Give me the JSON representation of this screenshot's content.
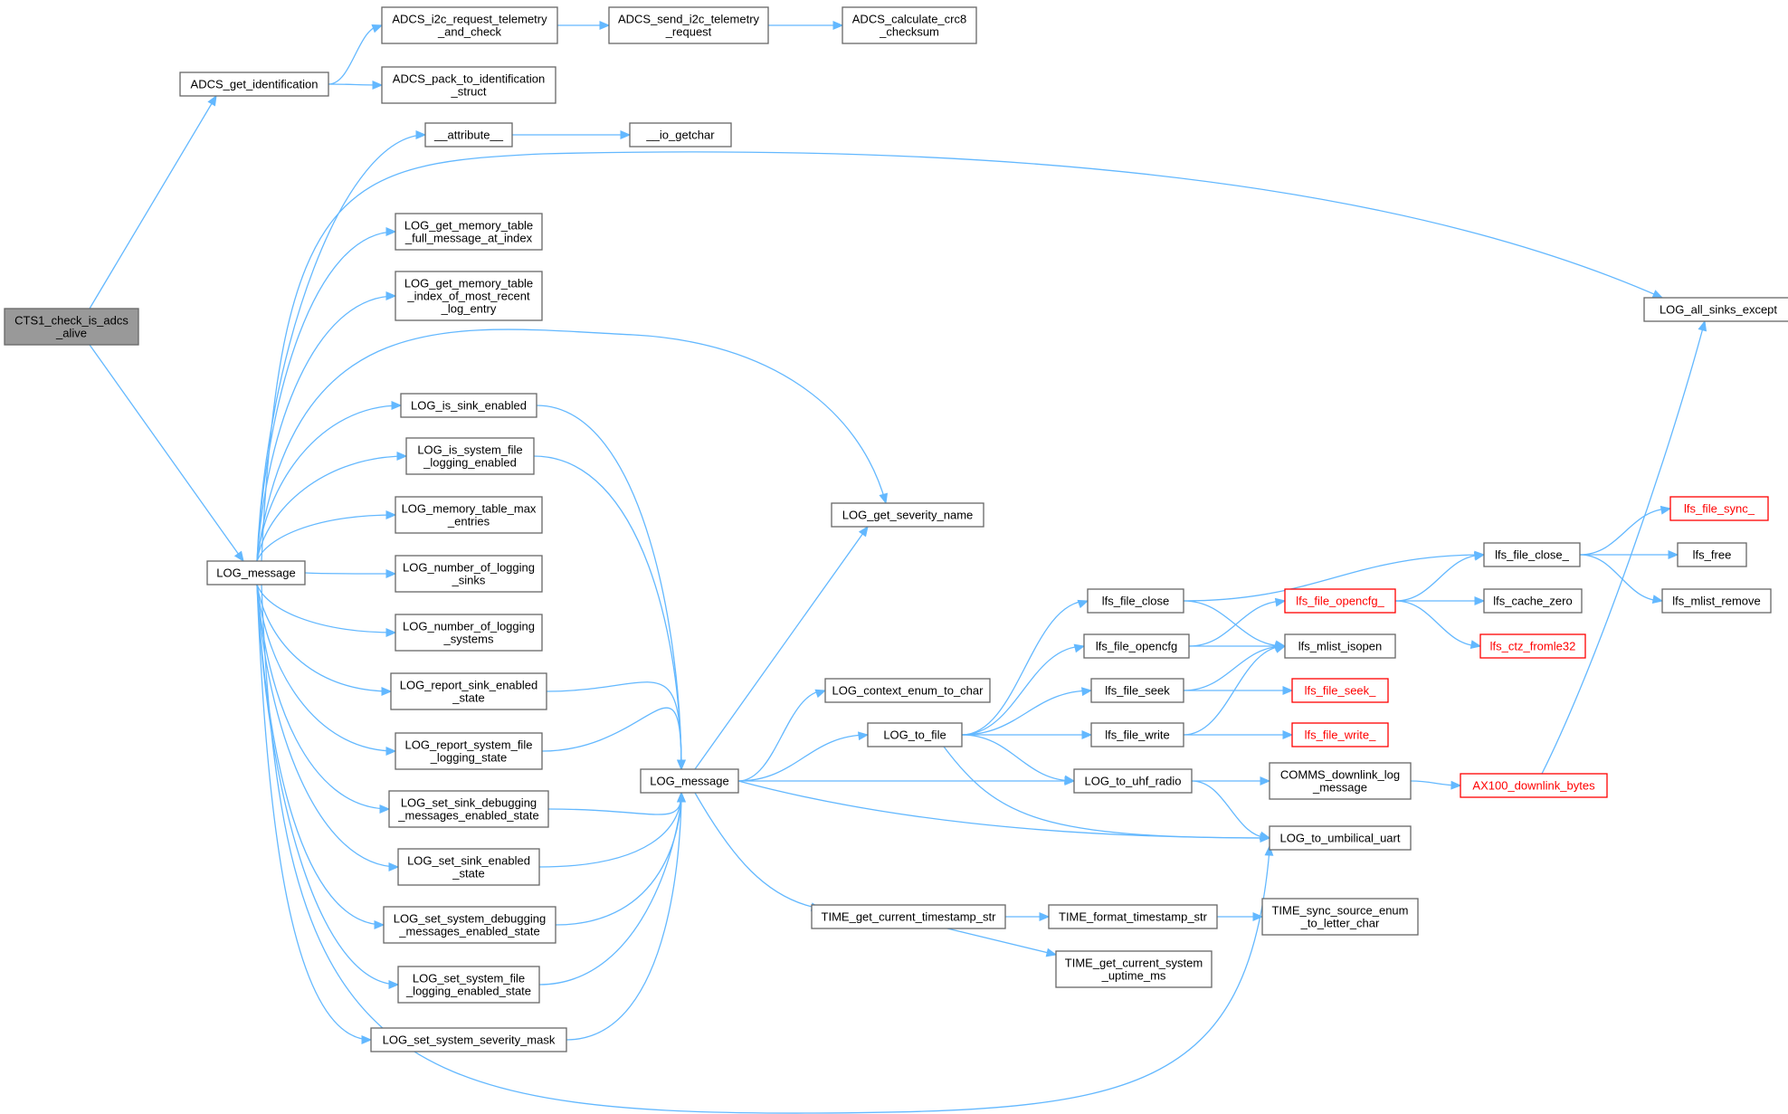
{
  "colors": {
    "edge": "#63b8ff",
    "root_fill": "#999999",
    "border": "#666666",
    "truncated_border": "#ff0000"
  },
  "nodes": [
    {
      "id": "root",
      "lines": [
        "CTS1_check_is_adcs",
        "_alive"
      ],
      "kind": "root"
    },
    {
      "id": "adcs_get_identification",
      "lines": [
        "ADCS_get_identification"
      ]
    },
    {
      "id": "adcs_i2c_request",
      "lines": [
        "ADCS_i2c_request_telemetry",
        "_and_check"
      ]
    },
    {
      "id": "adcs_send_i2c",
      "lines": [
        "ADCS_send_i2c_telemetry",
        "_request"
      ]
    },
    {
      "id": "adcs_crc8",
      "lines": [
        "ADCS_calculate_crc8",
        "_checksum"
      ]
    },
    {
      "id": "adcs_pack",
      "lines": [
        "ADCS_pack_to_identification",
        "_struct"
      ]
    },
    {
      "id": "attribute",
      "lines": [
        "__attribute__"
      ]
    },
    {
      "id": "io_getchar",
      "lines": [
        "__io_getchar"
      ]
    },
    {
      "id": "log_message_1",
      "lines": [
        "LOG_message"
      ]
    },
    {
      "id": "log_all_sinks_except",
      "lines": [
        "LOG_all_sinks_except"
      ]
    },
    {
      "id": "log_get_mem_full",
      "lines": [
        "LOG_get_memory_table",
        "_full_message_at_index"
      ]
    },
    {
      "id": "log_get_mem_index",
      "lines": [
        "LOG_get_memory_table",
        "_index_of_most_recent",
        "_log_entry"
      ]
    },
    {
      "id": "log_is_sink_enabled",
      "lines": [
        "LOG_is_sink_enabled"
      ]
    },
    {
      "id": "log_is_system_file",
      "lines": [
        "LOG_is_system_file",
        "_logging_enabled"
      ]
    },
    {
      "id": "log_get_severity_name",
      "lines": [
        "LOG_get_severity_name"
      ]
    },
    {
      "id": "log_mem_max",
      "lines": [
        "LOG_memory_table_max",
        "_entries"
      ]
    },
    {
      "id": "log_num_sinks",
      "lines": [
        "LOG_number_of_logging",
        "_sinks"
      ]
    },
    {
      "id": "log_num_systems",
      "lines": [
        "LOG_number_of_logging",
        "_systems"
      ]
    },
    {
      "id": "log_report_sink",
      "lines": [
        "LOG_report_sink_enabled",
        "_state"
      ]
    },
    {
      "id": "log_report_system",
      "lines": [
        "LOG_report_system_file",
        "_logging_state"
      ]
    },
    {
      "id": "log_set_sink_debug",
      "lines": [
        "LOG_set_sink_debugging",
        "_messages_enabled_state"
      ]
    },
    {
      "id": "log_set_sink_enabled",
      "lines": [
        "LOG_set_sink_enabled",
        "_state"
      ]
    },
    {
      "id": "log_set_system_debug",
      "lines": [
        "LOG_set_system_debugging",
        "_messages_enabled_state"
      ]
    },
    {
      "id": "log_set_system_file",
      "lines": [
        "LOG_set_system_file",
        "_logging_enabled_state"
      ]
    },
    {
      "id": "log_set_severity_mask",
      "lines": [
        "LOG_set_system_severity_mask"
      ]
    },
    {
      "id": "log_message_2",
      "lines": [
        "LOG_message"
      ]
    },
    {
      "id": "log_context_enum",
      "lines": [
        "LOG_context_enum_to_char"
      ]
    },
    {
      "id": "log_to_file",
      "lines": [
        "LOG_to_file"
      ]
    },
    {
      "id": "log_to_uhf",
      "lines": [
        "LOG_to_uhf_radio"
      ]
    },
    {
      "id": "log_to_uart",
      "lines": [
        "LOG_to_umbilical_uart"
      ]
    },
    {
      "id": "time_get_ts",
      "lines": [
        "TIME_get_current_timestamp_str"
      ]
    },
    {
      "id": "time_format_ts",
      "lines": [
        "TIME_format_timestamp_str"
      ]
    },
    {
      "id": "time_sync_source",
      "lines": [
        "TIME_sync_source_enum",
        "_to_letter_char"
      ]
    },
    {
      "id": "time_uptime",
      "lines": [
        "TIME_get_current_system",
        "_uptime_ms"
      ]
    },
    {
      "id": "lfs_file_close",
      "lines": [
        "lfs_file_close"
      ]
    },
    {
      "id": "lfs_file_opencfg",
      "lines": [
        "lfs_file_opencfg"
      ]
    },
    {
      "id": "lfs_file_seek",
      "lines": [
        "lfs_file_seek"
      ]
    },
    {
      "id": "lfs_file_write",
      "lines": [
        "lfs_file_write"
      ]
    },
    {
      "id": "lfs_file_opencfg_",
      "lines": [
        "lfs_file_opencfg_"
      ],
      "kind": "trunc"
    },
    {
      "id": "lfs_mlist_isopen",
      "lines": [
        "lfs_mlist_isopen"
      ]
    },
    {
      "id": "lfs_file_seek_",
      "lines": [
        "lfs_file_seek_"
      ],
      "kind": "trunc"
    },
    {
      "id": "lfs_file_write_",
      "lines": [
        "lfs_file_write_"
      ],
      "kind": "trunc"
    },
    {
      "id": "comms_downlink",
      "lines": [
        "COMMS_downlink_log",
        "_message"
      ]
    },
    {
      "id": "ax100_downlink",
      "lines": [
        "AX100_downlink_bytes"
      ],
      "kind": "trunc"
    },
    {
      "id": "lfs_file_close_",
      "lines": [
        "lfs_file_close_"
      ]
    },
    {
      "id": "lfs_cache_zero",
      "lines": [
        "lfs_cache_zero"
      ]
    },
    {
      "id": "lfs_ctz_fromle32",
      "lines": [
        "lfs_ctz_fromle32"
      ],
      "kind": "trunc"
    },
    {
      "id": "lfs_file_sync_",
      "lines": [
        "lfs_file_sync_"
      ],
      "kind": "trunc"
    },
    {
      "id": "lfs_free",
      "lines": [
        "lfs_free"
      ]
    },
    {
      "id": "lfs_mlist_remove",
      "lines": [
        "lfs_mlist_remove"
      ]
    }
  ],
  "edges": [
    [
      "root",
      "adcs_get_identification"
    ],
    [
      "root",
      "log_message_1"
    ],
    [
      "adcs_get_identification",
      "adcs_i2c_request"
    ],
    [
      "adcs_get_identification",
      "adcs_pack"
    ],
    [
      "adcs_i2c_request",
      "adcs_send_i2c"
    ],
    [
      "adcs_send_i2c",
      "adcs_crc8"
    ],
    [
      "attribute",
      "io_getchar"
    ],
    [
      "log_message_1",
      "attribute"
    ],
    [
      "log_message_1",
      "log_all_sinks_except"
    ],
    [
      "log_message_1",
      "log_get_mem_full"
    ],
    [
      "log_message_1",
      "log_get_mem_index"
    ],
    [
      "log_message_1",
      "log_get_severity_name"
    ],
    [
      "log_message_1",
      "log_is_sink_enabled"
    ],
    [
      "log_message_1",
      "log_is_system_file"
    ],
    [
      "log_message_1",
      "log_mem_max"
    ],
    [
      "log_message_1",
      "log_num_sinks"
    ],
    [
      "log_message_1",
      "log_num_systems"
    ],
    [
      "log_message_1",
      "log_report_sink"
    ],
    [
      "log_message_1",
      "log_report_system"
    ],
    [
      "log_message_1",
      "log_set_sink_debug"
    ],
    [
      "log_message_1",
      "log_set_sink_enabled"
    ],
    [
      "log_message_1",
      "log_set_system_debug"
    ],
    [
      "log_message_1",
      "log_set_system_file"
    ],
    [
      "log_message_1",
      "log_set_severity_mask"
    ],
    [
      "log_message_1",
      "log_to_uart"
    ],
    [
      "log_is_sink_enabled",
      "log_message_2"
    ],
    [
      "log_is_system_file",
      "log_message_2"
    ],
    [
      "log_report_sink",
      "log_message_2"
    ],
    [
      "log_report_system",
      "log_message_2"
    ],
    [
      "log_set_sink_debug",
      "log_message_2"
    ],
    [
      "log_set_sink_enabled",
      "log_message_2"
    ],
    [
      "log_set_system_debug",
      "log_message_2"
    ],
    [
      "log_set_system_file",
      "log_message_2"
    ],
    [
      "log_set_severity_mask",
      "log_message_2"
    ],
    [
      "log_message_2",
      "log_get_severity_name"
    ],
    [
      "log_message_2",
      "log_context_enum"
    ],
    [
      "log_message_2",
      "log_to_file"
    ],
    [
      "log_message_2",
      "log_to_uhf"
    ],
    [
      "log_message_2",
      "log_to_uart"
    ],
    [
      "log_message_2",
      "time_get_ts"
    ],
    [
      "log_to_file",
      "lfs_file_close"
    ],
    [
      "log_to_file",
      "lfs_file_opencfg"
    ],
    [
      "log_to_file",
      "lfs_file_seek"
    ],
    [
      "log_to_file",
      "lfs_file_write"
    ],
    [
      "log_to_file",
      "log_to_uhf"
    ],
    [
      "log_to_file",
      "log_to_uart"
    ],
    [
      "log_to_uhf",
      "comms_downlink"
    ],
    [
      "log_to_uhf",
      "log_to_uart"
    ],
    [
      "comms_downlink",
      "ax100_downlink"
    ],
    [
      "ax100_downlink",
      "log_all_sinks_except"
    ],
    [
      "time_get_ts",
      "time_format_ts"
    ],
    [
      "time_get_ts",
      "time_uptime"
    ],
    [
      "time_format_ts",
      "time_sync_source"
    ],
    [
      "lfs_file_close",
      "lfs_file_close_"
    ],
    [
      "lfs_file_close",
      "lfs_mlist_isopen"
    ],
    [
      "lfs_file_opencfg",
      "lfs_file_opencfg_"
    ],
    [
      "lfs_file_opencfg",
      "lfs_mlist_isopen"
    ],
    [
      "lfs_file_seek",
      "lfs_mlist_isopen"
    ],
    [
      "lfs_file_seek",
      "lfs_file_seek_"
    ],
    [
      "lfs_file_write",
      "lfs_mlist_isopen"
    ],
    [
      "lfs_file_write",
      "lfs_file_write_"
    ],
    [
      "lfs_file_opencfg_",
      "lfs_file_close_"
    ],
    [
      "lfs_file_opencfg_",
      "lfs_cache_zero"
    ],
    [
      "lfs_file_opencfg_",
      "lfs_ctz_fromle32"
    ],
    [
      "lfs_file_close_",
      "lfs_file_sync_"
    ],
    [
      "lfs_file_close_",
      "lfs_free"
    ],
    [
      "lfs_file_close_",
      "lfs_mlist_remove"
    ]
  ]
}
